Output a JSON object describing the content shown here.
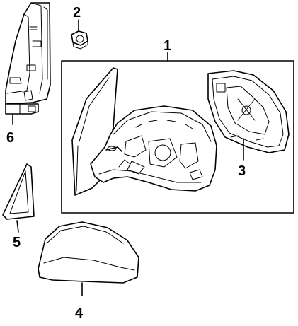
{
  "parts": [
    {
      "callout": "1",
      "part": "mirror-assembly"
    },
    {
      "callout": "2",
      "part": "nut"
    },
    {
      "callout": "3",
      "part": "mirror-glass"
    },
    {
      "callout": "4",
      "part": "mirror-cover"
    },
    {
      "callout": "5",
      "part": "corner-trim"
    },
    {
      "callout": "6",
      "part": "mount-bracket"
    }
  ]
}
